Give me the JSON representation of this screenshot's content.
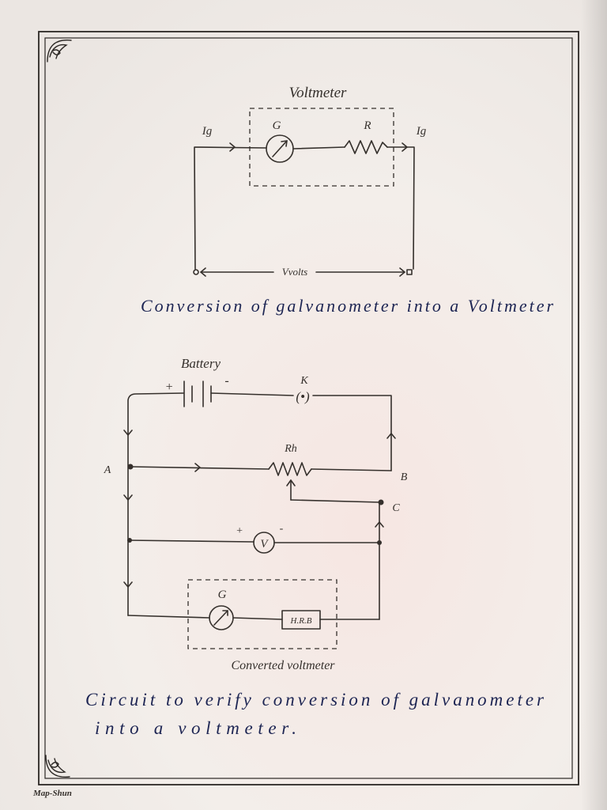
{
  "colors": {
    "paper": "#f3eeea",
    "pencil_ink": "#35302c",
    "pen_ink": "#1d2553",
    "frame": "#2b2724"
  },
  "voltmeter_diagram": {
    "title": "Voltmeter",
    "galvanometer_label": "G",
    "resistor_label": "R",
    "current_in_label": "Ig",
    "current_out_label": "Ig",
    "voltage_label": "Vvolts",
    "caption": "Conversion of galvanometer into a Voltmeter"
  },
  "verification_circuit": {
    "battery_label": "Battery",
    "battery_plus": "+",
    "battery_minus": "-",
    "key_label": "K",
    "key_symbol": "(•)",
    "rheostat_label": "Rh",
    "point_a": "A",
    "point_b": "B",
    "point_c": "C",
    "voltmeter_symbol": "V",
    "voltmeter_plus": "+",
    "voltmeter_minus": "-",
    "galvanometer_label": "G",
    "hrb_label": "H.R.B",
    "converted_box_caption": "Converted voltmeter",
    "caption_line_1": "Circuit to verify conversion of galvanometer",
    "caption_line_2": "into a voltmeter."
  },
  "signature": "Map-Shun"
}
